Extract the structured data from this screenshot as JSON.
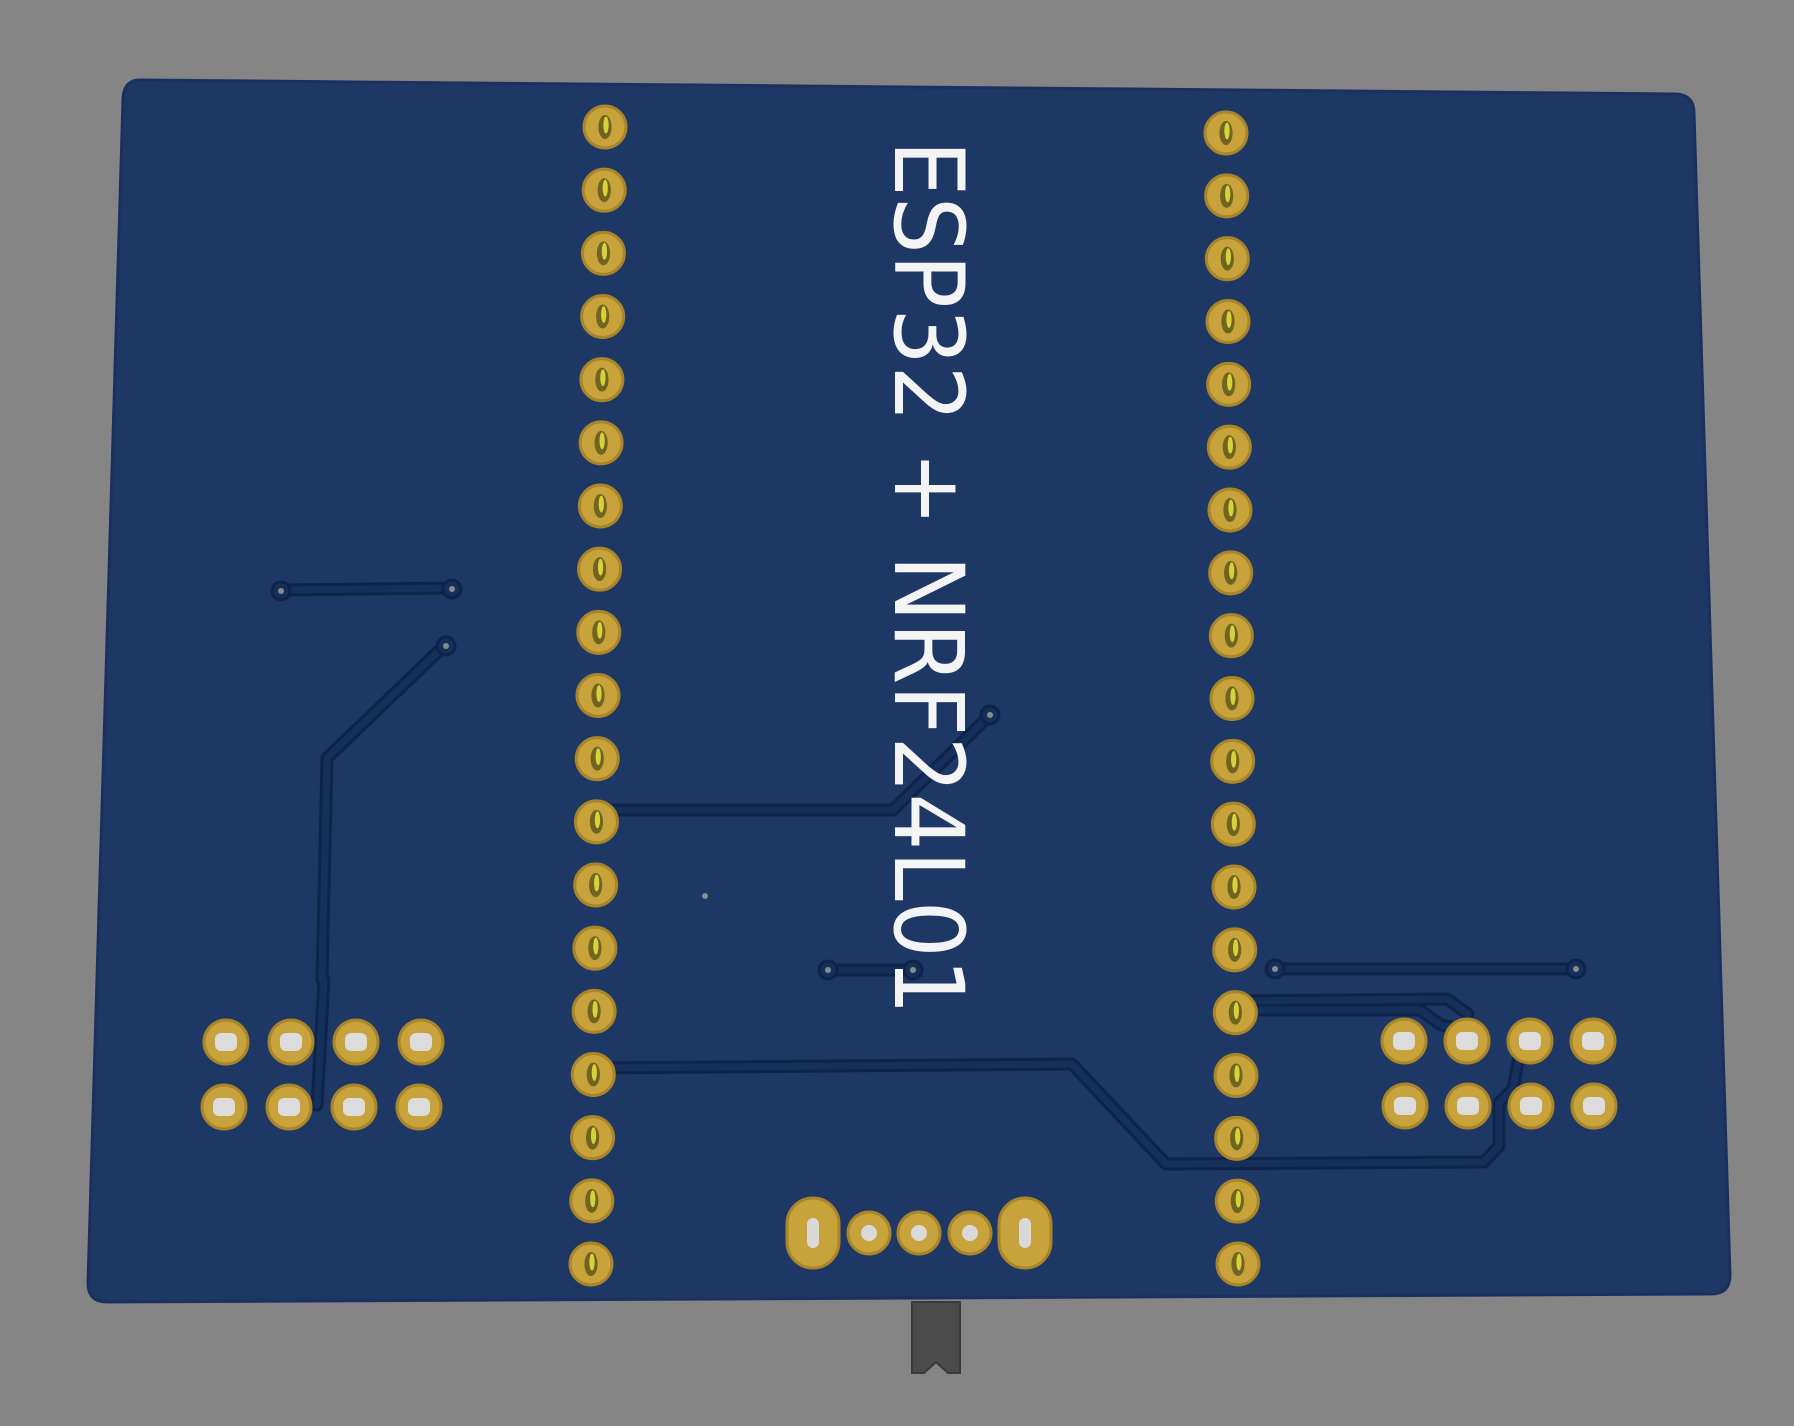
{
  "board": {
    "silkscreen_label": "ESP32 + NRF24L01"
  },
  "colors": {
    "background": "#858585",
    "board": "#1e3866",
    "board_edge": "#1a3160",
    "trace": "#16305c",
    "trace_edge": "#0e244a",
    "pad_gold": "#c8a23a",
    "pad_ring": "#b08a2a",
    "drill": "#d9d9d9",
    "connector": "#4b4b4b",
    "silkscreen": "#f4f4f4"
  },
  "icons": {
    "board": "pcb-board",
    "header": "pin-header",
    "connector": "edge-connector"
  }
}
